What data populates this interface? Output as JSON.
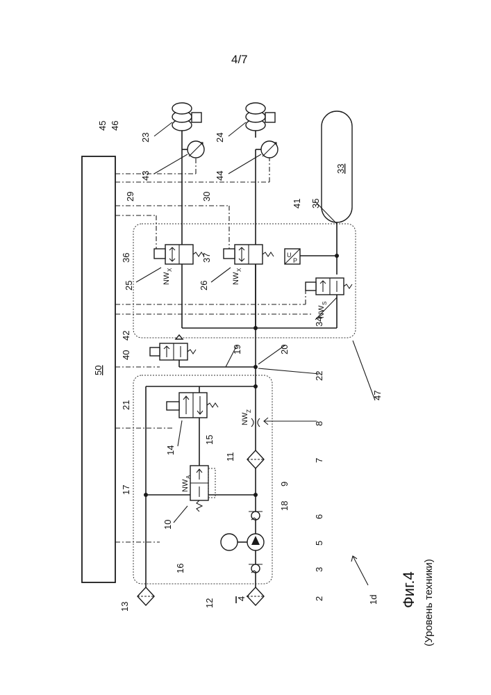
{
  "page_number": "4/7",
  "figure": {
    "title": "Фиг.4",
    "subtitle": "(Уровень техники)"
  },
  "component_labels": {
    "system": "1d",
    "control_unit": "50",
    "reservoir": "33",
    "nw_a": "NW",
    "nw_a_sub": "A",
    "nw_z": "NW",
    "nw_z_sub": "Z",
    "nw_x1": "NW",
    "nw_x1_sub": "X",
    "nw_x2": "NW",
    "nw_x2_sub": "X",
    "nw_s": "NW",
    "nw_s_sub": "S",
    "sensor_u": "U",
    "sensor_p": "P"
  },
  "ref_numbers": [
    "2",
    "3",
    "4",
    "5",
    "6",
    "7",
    "8",
    "9",
    "10",
    "11",
    "12",
    "13",
    "14",
    "15",
    "16",
    "17",
    "18",
    "19",
    "20",
    "21",
    "22",
    "23",
    "24",
    "25",
    "26",
    "29",
    "30",
    "34",
    "35",
    "36",
    "37",
    "40",
    "41",
    "42",
    "43",
    "44",
    "45",
    "46",
    "47"
  ]
}
